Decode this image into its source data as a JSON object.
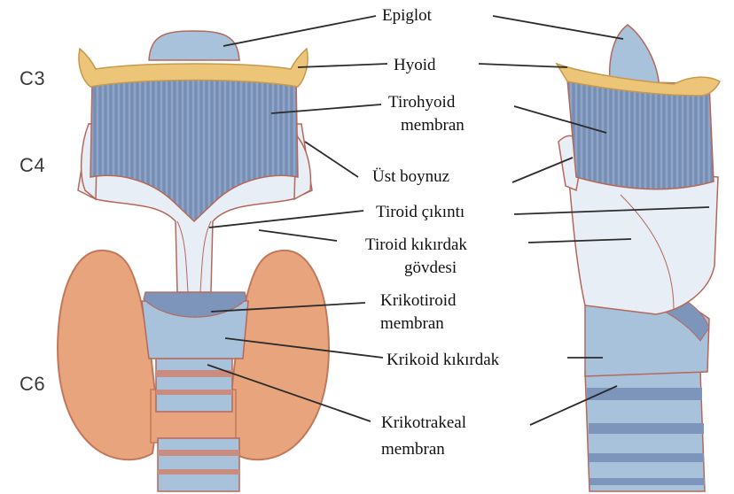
{
  "vertebra_levels": [
    "C3",
    "C4",
    "C6"
  ],
  "labels": {
    "epiglot": "Epiglot",
    "hyoid": "Hyoid",
    "tirohyoid_1": "Tirohyoid",
    "tirohyoid_2": "membran",
    "ust_boynuz": "Üst boynuz",
    "tiroid_cikinti": "Tiroid çıkıntı",
    "tiroid_kikirdak_1": "Tiroid kıkırdak",
    "tiroid_kikirdak_2": "gövdesi",
    "krikotiroid_1": "Krikotiroid",
    "krikotiroid_2": "membran",
    "krikoid": "Krikoid kıkırdak",
    "krikotrakeal_1": "Krikotrakeal",
    "krikotrakeal_2": "membran"
  },
  "colors": {
    "hyoid": "#ecc578",
    "membrane": "#7e95bb",
    "cartilage": "#e8eef6",
    "cartilage_blue": "#a9c2dc",
    "thyroid_gland": "#e8a47c",
    "outline": "#b5685a",
    "leader": "#2b2b2b"
  }
}
